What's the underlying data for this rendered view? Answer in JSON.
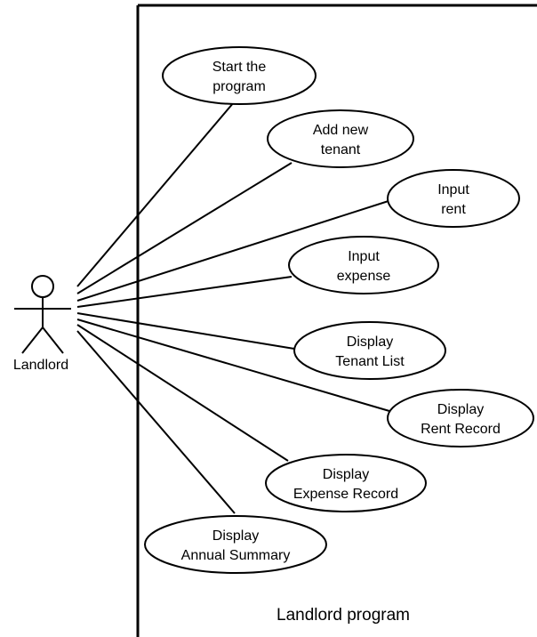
{
  "diagram": {
    "system_label": "Landlord program",
    "actor": {
      "name": "Landlord"
    },
    "use_cases": [
      {
        "lines": [
          "Start the",
          "program"
        ]
      },
      {
        "lines": [
          "Add new",
          "tenant"
        ]
      },
      {
        "lines": [
          "Input",
          "rent"
        ]
      },
      {
        "lines": [
          "Input",
          "expense"
        ]
      },
      {
        "lines": [
          "Display",
          "Tenant List"
        ]
      },
      {
        "lines": [
          "Display",
          "Rent Record"
        ]
      },
      {
        "lines": [
          "Display",
          "Expense Record"
        ]
      },
      {
        "lines": [
          "Display",
          "Annual Summary"
        ]
      }
    ]
  }
}
